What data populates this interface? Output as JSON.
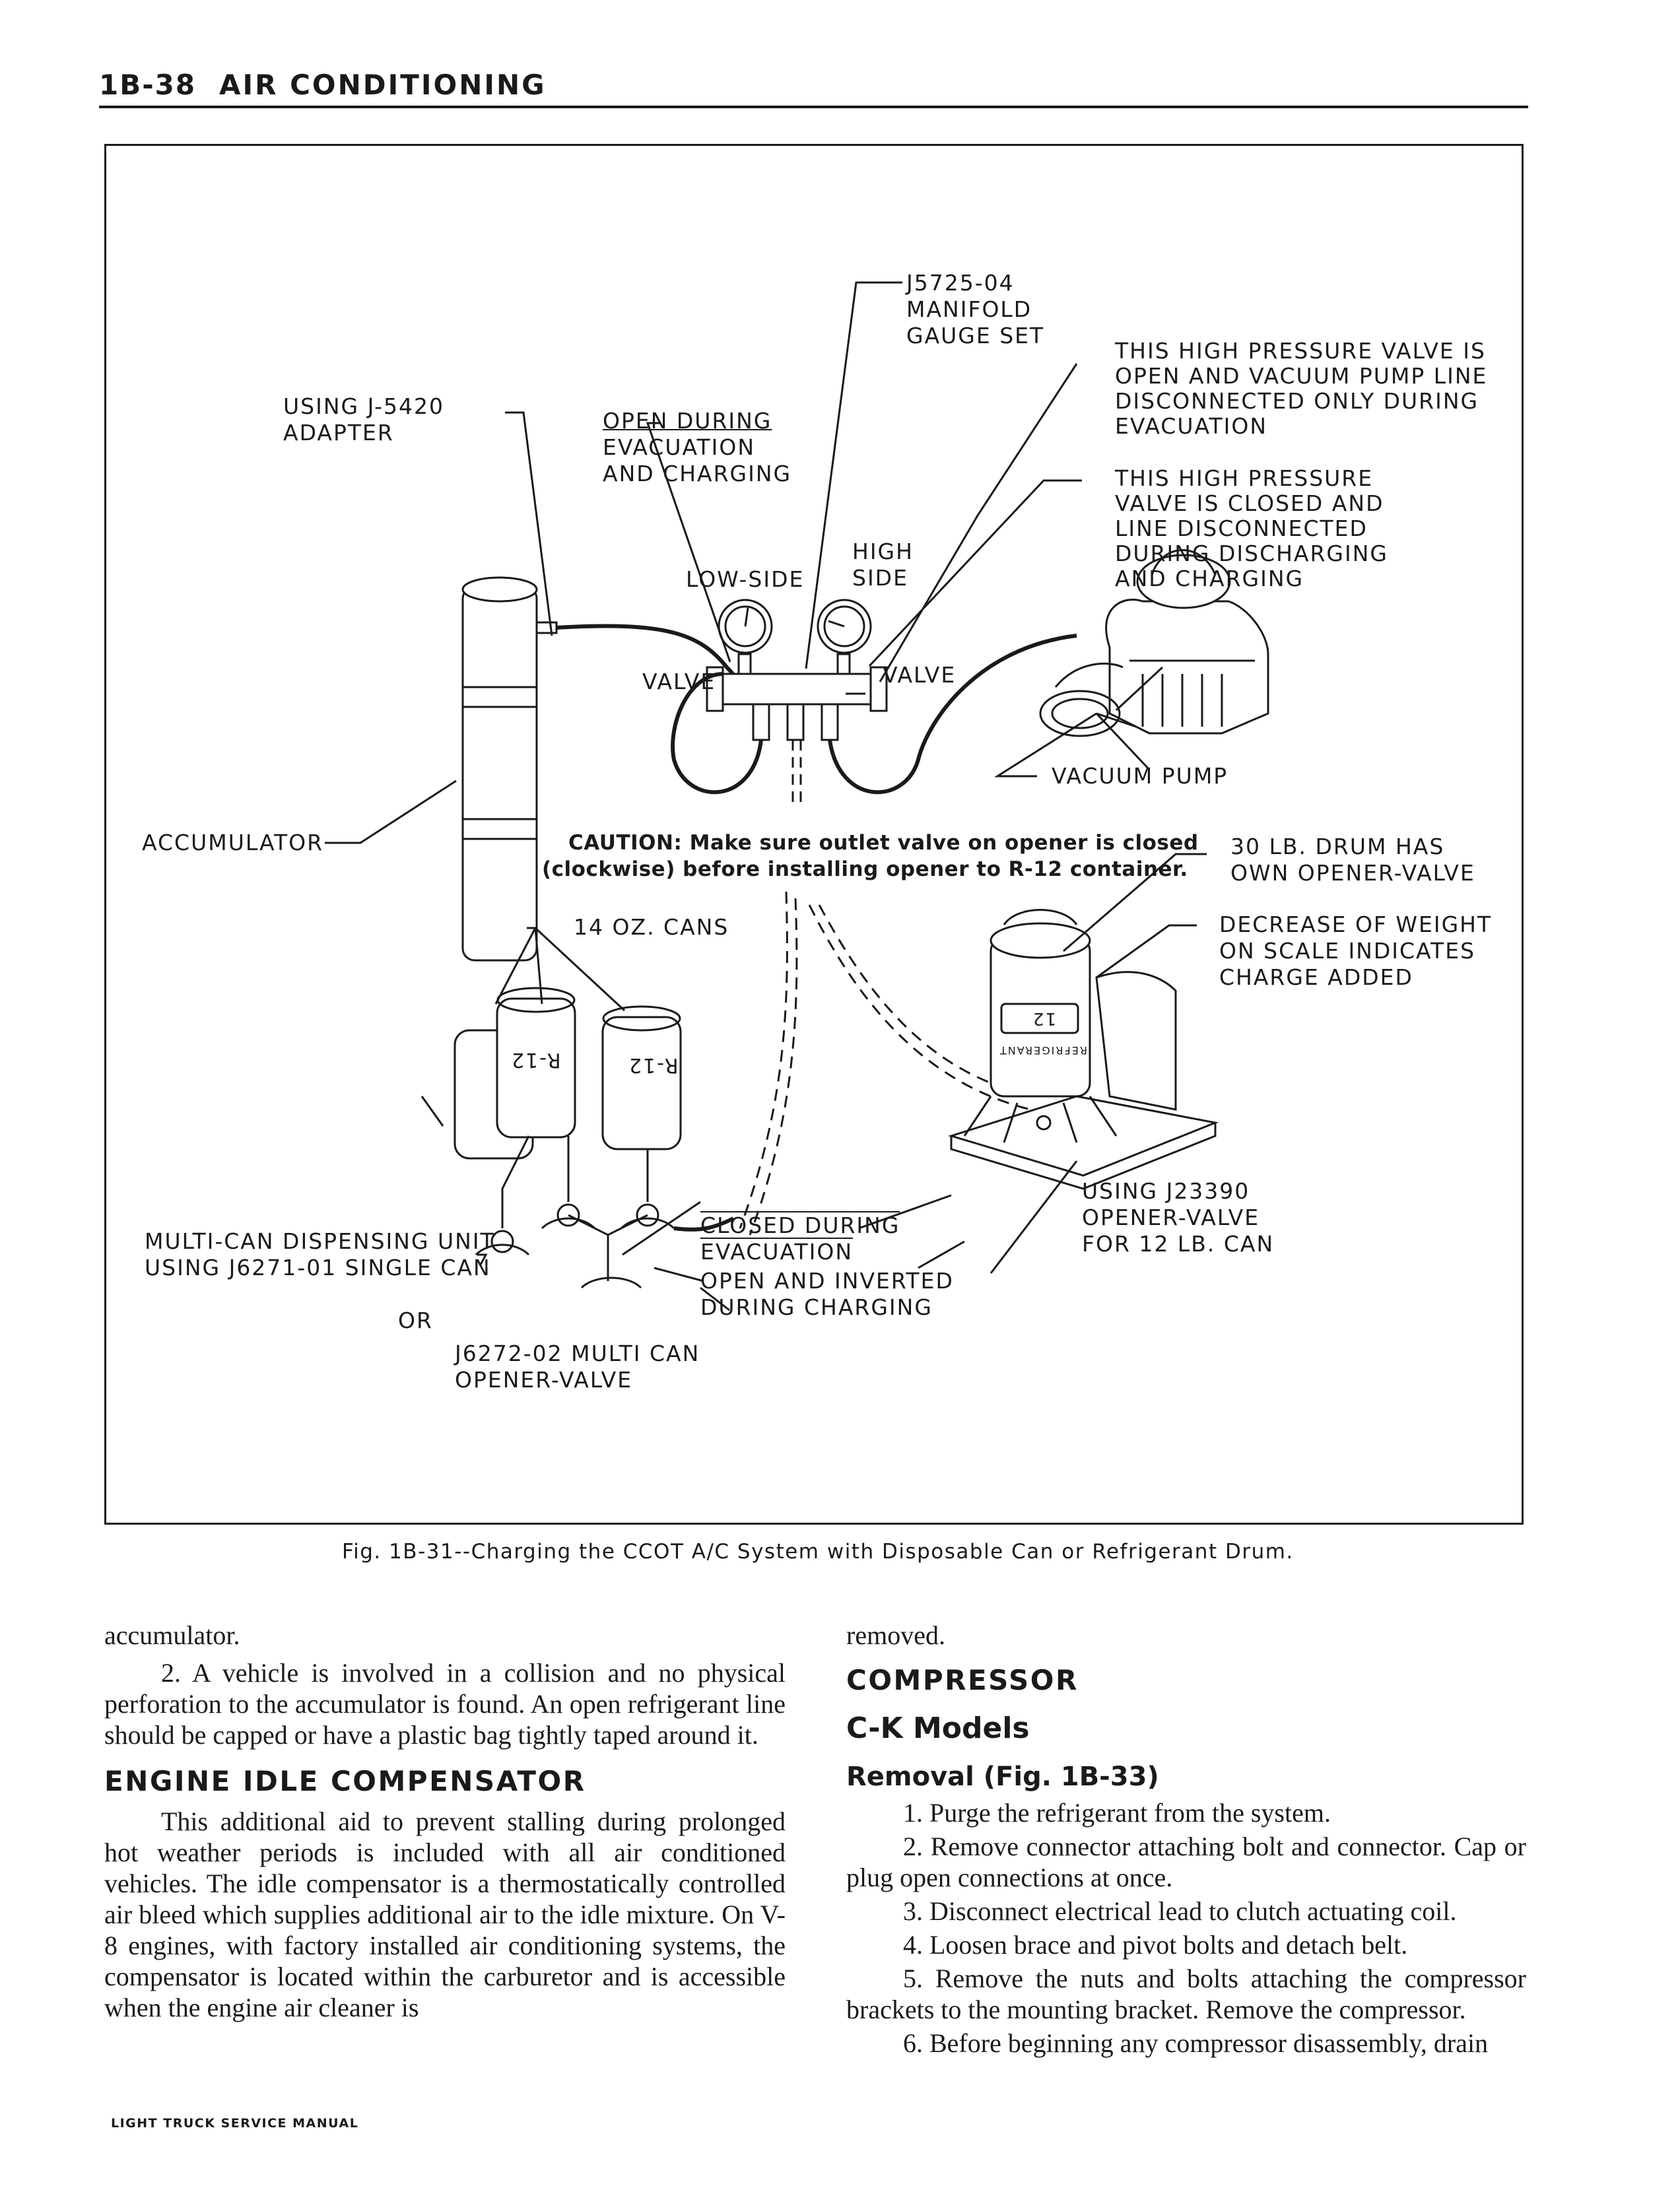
{
  "header": {
    "page_number": "1B-38",
    "section_title": "AIR CONDITIONING"
  },
  "figure": {
    "labels": {
      "gauge_set": [
        "J5725-04",
        "MANIFOLD",
        "GAUGE SET"
      ],
      "adapter": [
        "USING J-5420",
        "ADAPTER"
      ],
      "open_evac": [
        "OPEN DURING",
        "EVACUATION",
        "AND CHARGING"
      ],
      "high_open": [
        "THIS HIGH PRESSURE VALVE IS",
        "OPEN AND VACUUM PUMP LINE",
        "DISCONNECTED ONLY DURING",
        "EVACUATION"
      ],
      "high_closed": [
        "THIS HIGH PRESSURE",
        "VALVE IS CLOSED AND",
        "LINE DISCONNECTED",
        "DURING DISCHARGING",
        "AND CHARGING"
      ],
      "high_side": [
        "HIGH",
        "SIDE"
      ],
      "low_side": "LOW-SIDE",
      "valve_left": "VALVE",
      "valve_right": "VALVE",
      "vacuum_pump": "VACUUM PUMP",
      "accumulator": "ACCUMULATOR",
      "caution_prefix": "CAUTION:",
      "caution_line1": "Make sure outlet valve on opener is closed",
      "caution_line2": "(clockwise) before installing opener to R-12 container.",
      "drum": [
        "30 LB. DRUM HAS",
        "OWN OPENER-VALVE"
      ],
      "weight": [
        "DECREASE OF WEIGHT",
        "ON SCALE INDICATES",
        "CHARGE ADDED"
      ],
      "cans": "14 OZ. CANS",
      "can_text": "R-12",
      "drum_text": "12",
      "drum_refrigerant": "REFRIGERANT",
      "j23390": [
        "USING J23390",
        "OPENER-VALVE",
        "FOR 12 LB. CAN"
      ],
      "multi_can": [
        "MULTI-CAN DISPENSING UNIT",
        "USING J6271-01 SINGLE CAN"
      ],
      "or": "OR",
      "j6272": [
        "J6272-02 MULTI CAN",
        "OPENER-VALVE"
      ],
      "closed_during": [
        "CLOSED DURING",
        "EVACUATION"
      ],
      "open_inverted": [
        "OPEN AND INVERTED",
        "DURING CHARGING"
      ]
    },
    "caption": "Fig. 1B-31--Charging the CCOT A/C System with Disposable Can or Refrigerant Drum."
  },
  "left_column": {
    "p1": "accumulator.",
    "p2": "2. A vehicle is involved in a collision and no physical perforation to the accumulator is found. An open refrigerant line should be capped or have a plastic bag tightly taped around it.",
    "heading": "ENGINE IDLE COMPENSATOR",
    "p3": "This additional aid to prevent stalling during prolonged hot weather periods is included with all air conditioned vehicles. The idle compensator is a thermostatically controlled air bleed which supplies additional air to the idle mixture. On V-8 engines, with factory installed air conditioning systems, the compensator is located within the carburetor and is accessible when the engine air cleaner is"
  },
  "right_column": {
    "p1": "removed.",
    "heading": "COMPRESSOR",
    "subheading": "C-K Models",
    "subsubheading": "Removal (Fig. 1B-33)",
    "steps": [
      "1. Purge the refrigerant from the system.",
      "2. Remove connector attaching bolt and connector. Cap or plug open connections at once.",
      "3. Disconnect electrical lead to clutch actuating coil.",
      "4. Loosen brace and pivot bolts and detach belt.",
      "5. Remove the nuts and bolts attaching the compressor brackets to the mounting bracket. Remove the compressor.",
      "6. Before beginning any compressor disassembly, drain"
    ]
  },
  "footer": {
    "text": "LIGHT TRUCK SERVICE MANUAL"
  }
}
